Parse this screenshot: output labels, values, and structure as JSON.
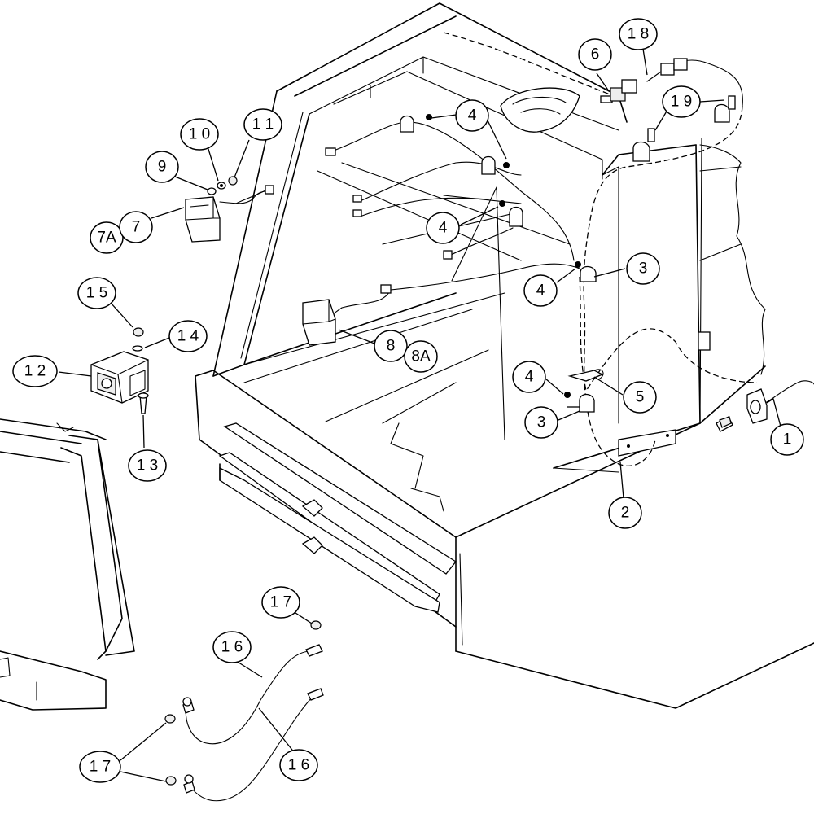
{
  "callouts": {
    "c1": "1",
    "c2": "2",
    "c3a": "3",
    "c3b": "3",
    "c4a": "4",
    "c4b": "4",
    "c4c": "4",
    "c4d": "4",
    "c5": "5",
    "c6": "6",
    "c7": "7",
    "c7a": "7A",
    "c8": "8",
    "c8a": "8A",
    "c9": "9",
    "c10": "1 0",
    "c11": "1 1",
    "c12": "1 2",
    "c13": "1 3",
    "c14": "1 4",
    "c15": "1 5",
    "c16a": "1 6",
    "c16b": "1 6",
    "c17a": "1 7",
    "c17b": "1 7",
    "c18": "1 8",
    "c19": "1 9"
  }
}
